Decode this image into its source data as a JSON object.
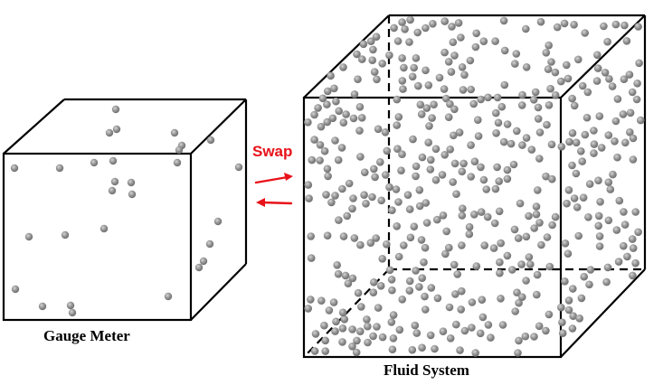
{
  "gauge": {
    "caption": "Gauge Meter"
  },
  "fluid": {
    "caption": "Fluid System"
  },
  "swap": {
    "label": "Swap"
  },
  "colors": {
    "swap": "#e8121a",
    "particle": "#8f8f8f",
    "particle_highlight": "#d4d4d4",
    "edge": "#000000"
  }
}
